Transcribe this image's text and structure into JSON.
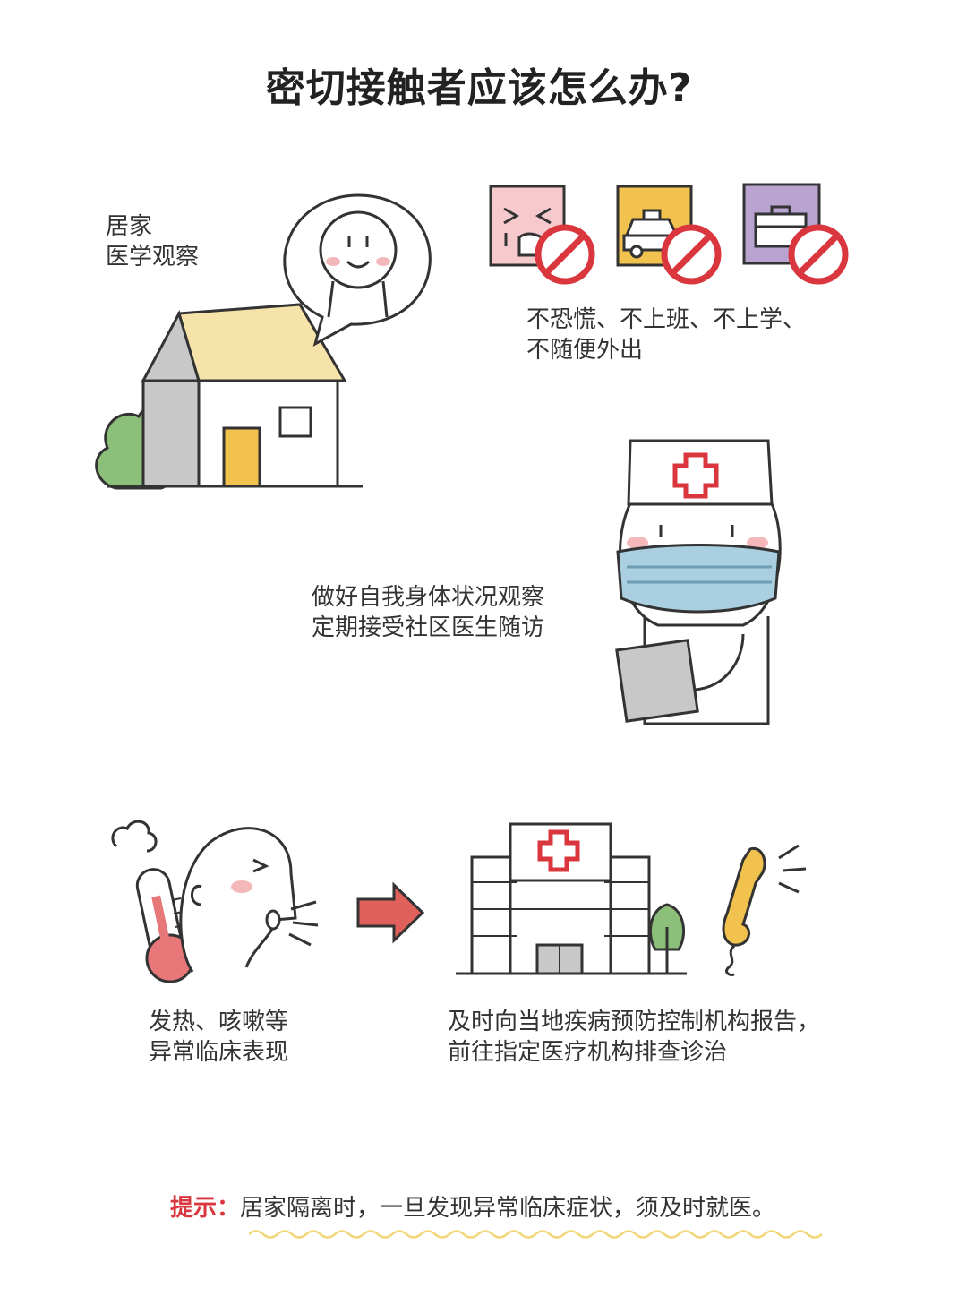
{
  "title": "密切接触者应该怎么办?",
  "section1": {
    "label_line1": "居家",
    "label_line2": "医学观察",
    "rules_line1": "不恐慌、不上班、不上学、",
    "rules_line2": "不随便外出"
  },
  "section2": {
    "line1": "做好自我身体状况观察",
    "line2": "定期接受社区医生随访"
  },
  "section3": {
    "symptom_line1": "发热、咳嗽等",
    "symptom_line2": "异常临床表现",
    "action_line1": "及时向当地疾病预防控制机构报告，",
    "action_line2": "前往指定医疗机构排查诊治"
  },
  "tip": {
    "label": "提示：",
    "text": "居家隔离时，一旦发现异常临床症状，须及时就医。"
  },
  "colors": {
    "red": "#d9363e",
    "yellow": "#f2c24f",
    "mask_blue": "#a9cfe0",
    "tree_green": "#8cc07a",
    "purple": "#b9a3d1",
    "arrow": "#e0605c"
  },
  "icons": [
    "house-icon",
    "speech-bubble-icon",
    "crying-face-icon",
    "taxi-icon",
    "briefcase-icon",
    "no-sign-icon",
    "doctor-icon",
    "thermometer-icon",
    "coughing-person-icon",
    "arrow-right-icon",
    "hospital-icon",
    "phone-icon",
    "tree-icon"
  ]
}
